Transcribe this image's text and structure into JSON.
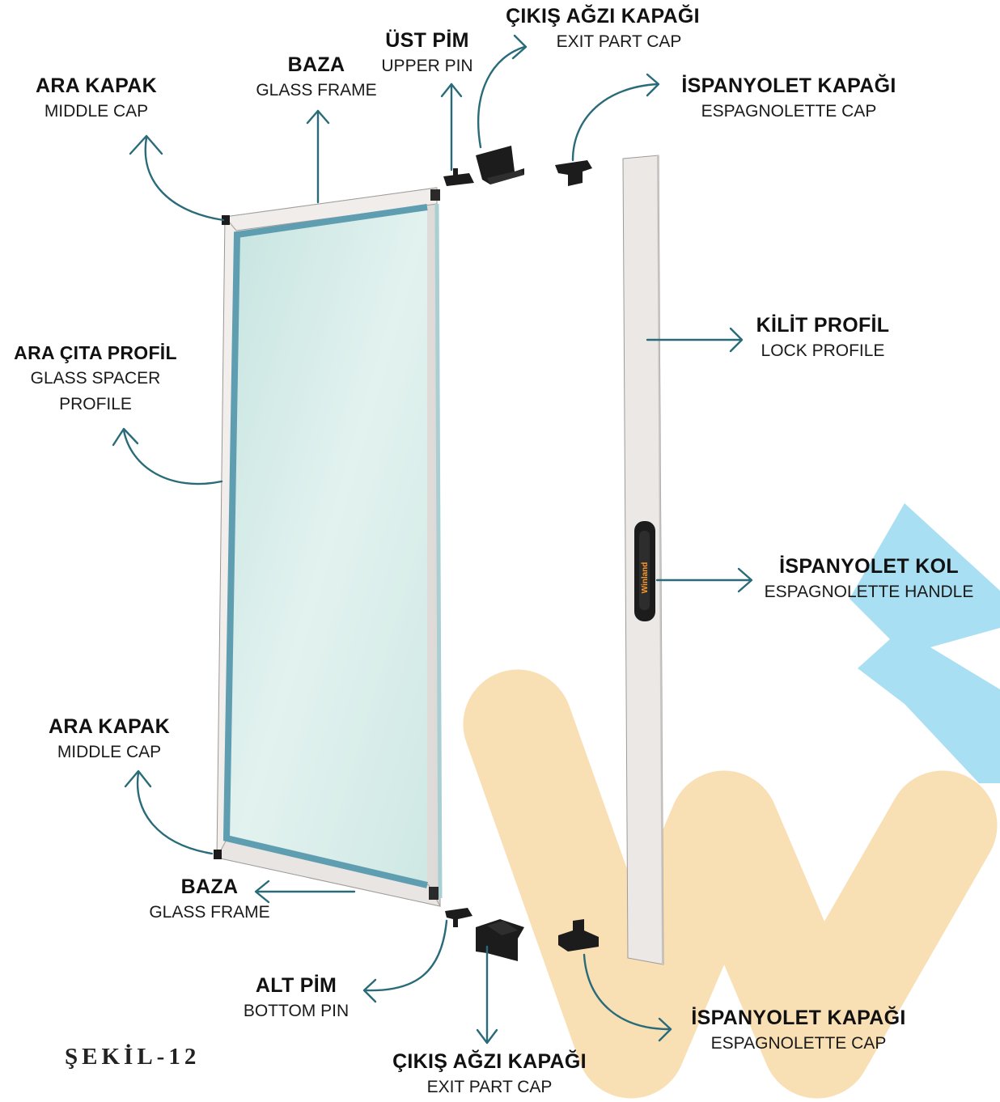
{
  "labels": {
    "cikis_top": {
      "tr": "ÇIKIŞ AĞZI KAPAĞI",
      "en": "EXIT PART CAP"
    },
    "ust_pim": {
      "tr": "ÜST PİM",
      "en": "UPPER PIN"
    },
    "baza_top": {
      "tr": "BAZA",
      "en": "GLASS FRAME"
    },
    "ara_kapak_top": {
      "tr": "ARA KAPAK",
      "en": "MIDDLE CAP"
    },
    "ispanyolet_kapagi_top": {
      "tr": "İSPANYOLET KAPAĞI",
      "en": "ESPAGNOLETTE CAP"
    },
    "kilit_profil": {
      "tr": "KİLİT PROFİL",
      "en": "LOCK PROFILE"
    },
    "ara_cita": {
      "tr": "ARA ÇITA PROFİL",
      "en1": "GLASS SPACER",
      "en2": "PROFILE"
    },
    "ispanyolet_kol": {
      "tr": "İSPANYOLET KOL",
      "en": "ESPAGNOLETTE HANDLE"
    },
    "ara_kapak_bottom": {
      "tr": "ARA KAPAK",
      "en": "MIDDLE CAP"
    },
    "baza_bottom": {
      "tr": "BAZA",
      "en": "GLASS FRAME"
    },
    "alt_pim": {
      "tr": "ALT PİM",
      "en": "BOTTOM PIN"
    },
    "ispanyolet_kapagi_bottom": {
      "tr": "İSPANYOLET KAPAĞI",
      "en": "ESPAGNOLETTE CAP"
    },
    "cikis_bottom": {
      "tr": "ÇIKIŞ AĞZI KAPAĞI",
      "en": "EXIT PART CAP"
    }
  },
  "figure_label": "ŞEKİL-12",
  "handle_brand": "Winland",
  "colors": {
    "arrow": "#2a6b7a",
    "watermark_w": "#f9dfb4",
    "watermark_plane": "#a9dff2",
    "glass": "#d2ebe8",
    "frame": "#ece8e6",
    "spacer": "#5f9db1",
    "part": "#1c1c1c"
  }
}
